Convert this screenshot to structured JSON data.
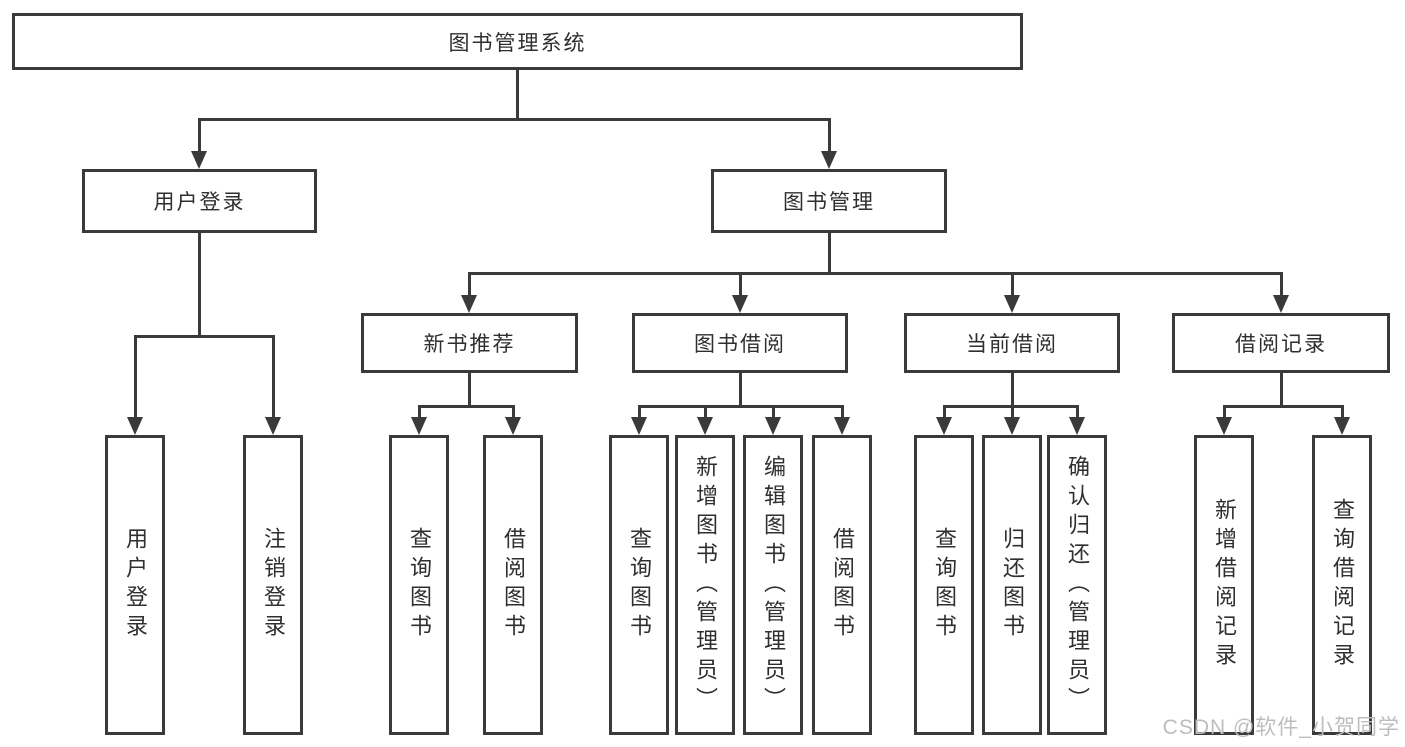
{
  "colors": {
    "line": "#3a3a3a",
    "text": "#2f2f2f",
    "watermark": "#bdbdbd",
    "background": "#ffffff"
  },
  "root": {
    "label": "图书管理系统"
  },
  "level2": [
    {
      "label": "用户登录"
    },
    {
      "label": "图书管理"
    }
  ],
  "level3": [
    {
      "label": "新书推荐"
    },
    {
      "label": "图书借阅"
    },
    {
      "label": "当前借阅"
    },
    {
      "label": "借阅记录"
    }
  ],
  "leaves": {
    "user_login": [
      {
        "label": "用户登录"
      },
      {
        "label": "注销登录"
      }
    ],
    "new_book_recommend": [
      {
        "label": "查询图书"
      },
      {
        "label": "借阅图书"
      }
    ],
    "book_borrow": [
      {
        "label": "查询图书"
      },
      {
        "label": "新增图书（管理员）"
      },
      {
        "label": "编辑图书（管理员）"
      },
      {
        "label": "借阅图书"
      }
    ],
    "current_borrow": [
      {
        "label": "查询图书"
      },
      {
        "label": "归还图书"
      },
      {
        "label": "确认归还（管理员）"
      }
    ],
    "borrow_records": [
      {
        "label": "新增借阅记录"
      },
      {
        "label": "查询借阅记录"
      }
    ]
  },
  "watermark": {
    "text": "CSDN @软件_小贺同学"
  }
}
